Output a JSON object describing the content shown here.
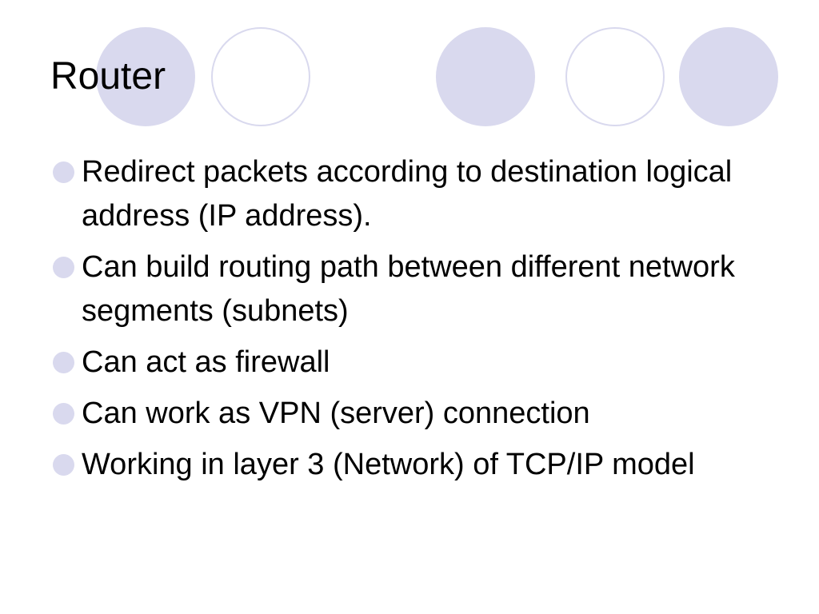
{
  "slide": {
    "title": "Router",
    "bullets": [
      "Redirect packets according to destination logical address (IP address).",
      "Can build routing path between different network segments (subnets)",
      "Can act as firewall",
      "Can work as VPN (server) connection",
      "Working in layer 3 (Network) of TCP/IP model"
    ]
  },
  "theme": {
    "accent": "#d9d9ee",
    "text": "#000000",
    "background": "#ffffff"
  },
  "icons": {
    "bullet": "filled-circle",
    "decoration": "circle"
  }
}
